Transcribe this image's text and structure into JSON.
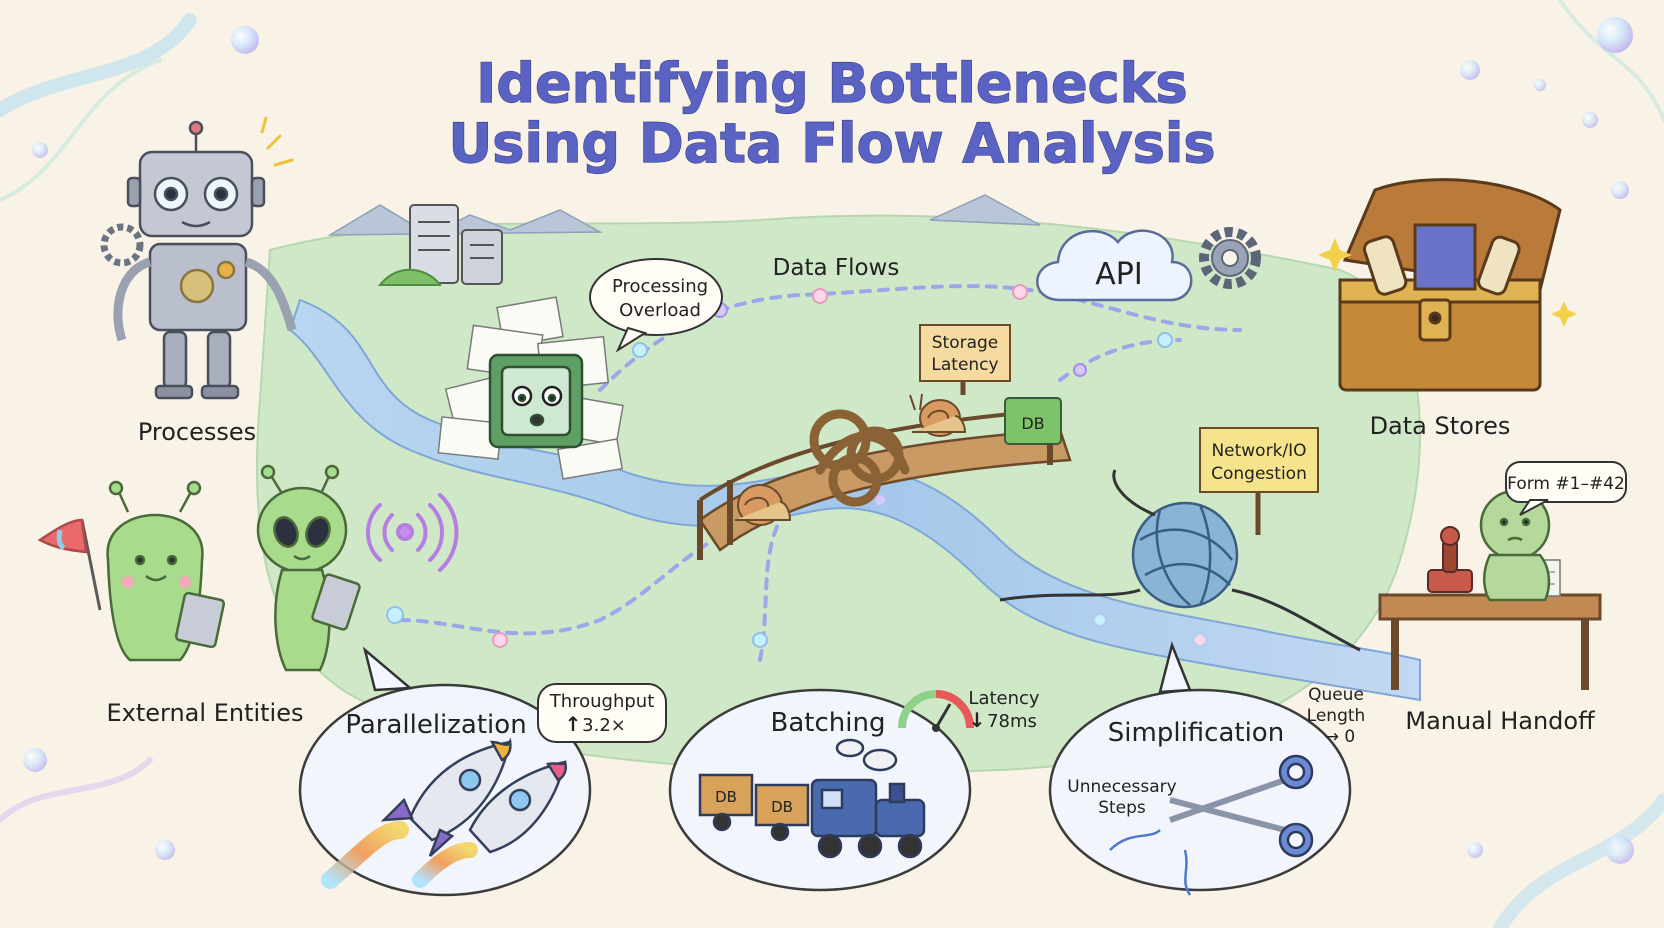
{
  "title": {
    "line1": "Identifying Bottlenecks",
    "line2": "Using Data Flow Analysis"
  },
  "labels": {
    "processes": "Processes",
    "external_entities": "External Entities",
    "data_stores": "Data Stores",
    "data_flows": "Data Flows",
    "manual_handoff": "Manual Handoff",
    "api": "API"
  },
  "bottlenecks": {
    "processing_overload": [
      "Processing",
      "Overload"
    ],
    "storage_latency": [
      "Storage",
      "Latency"
    ],
    "network_io": [
      "Network/IO",
      "Congestion"
    ],
    "db": "DB",
    "form": "Form #1–#42"
  },
  "solutions": {
    "parallelization": {
      "label": "Parallelization",
      "metric_name": "Throughput",
      "metric_arrow": "↑",
      "metric_value": "3.2×"
    },
    "batching": {
      "label": "Batching",
      "metric_name": "Latency",
      "metric_arrow": "↓",
      "metric_value": "78ms",
      "car_label": "DB"
    },
    "simplification": {
      "label": "Simplification",
      "queue_lines": [
        "Queue",
        "Length",
        "→ 0"
      ],
      "steps_lines": [
        "Unnecessary",
        "Steps"
      ]
    }
  },
  "colors": {
    "title": "#5a63c4",
    "background": "#f8f3e6",
    "meadow": "#cfe8c8",
    "river": "#a8cbe8",
    "sign": "#f6dba0",
    "network_sign": "#f5e48c",
    "flow_dots": "#9aa8ea",
    "alien": "#a8db8c",
    "robot": "#b9bfcd",
    "chest": "#c48a3a",
    "increase_arrow": "#2fa84a",
    "decrease_arrow": "#d83a3a"
  },
  "icons": [
    "robot-icon",
    "alien-icon",
    "server-icon",
    "cloud-icon",
    "gear-icon",
    "treasure-chest-icon",
    "knot-icon",
    "snail-icon",
    "bridge-icon",
    "yarn-ball-icon",
    "rocket-icon",
    "train-icon",
    "scissors-icon",
    "stamp-icon",
    "desk-icon",
    "signal-icon",
    "gauge-icon"
  ]
}
